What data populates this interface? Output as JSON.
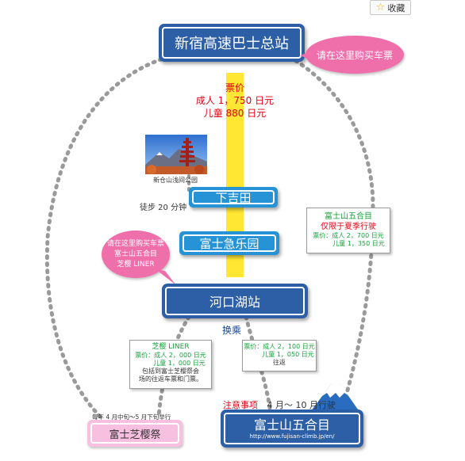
{
  "favorite": {
    "label": "收藏",
    "icon": "star-icon"
  },
  "stations": {
    "shinjuku": "新宿高速巴士总站",
    "shimoyoshida": "下吉田",
    "fujiq": "富士急乐园",
    "kawaguchiko": "河口湖站",
    "gogome": "富士山五合目",
    "gogome_url": "http://www.fujisan-climb.jp/en/",
    "shibazakura": "富士芝樱祭"
  },
  "buy_ticket_bubble": "请在这里购买车票",
  "fare": {
    "title": "票价",
    "adult": "成人 1，750 日元",
    "child": "儿童 880 日元"
  },
  "photo": {
    "caption": "新仓山浅间公园",
    "icon": "pagoda-photo-icon"
  },
  "walk": "徒步 20 分钟",
  "liner_bubble": {
    "line1": "请在这里购买车票",
    "line2": "富士山五合目",
    "line3": "芝樱 LINER"
  },
  "gogome_note": {
    "title": "富士山五合目",
    "subtitle": "仅限于夏季行驶",
    "fare_label": "票价：",
    "adult": "成人 2，700 日元",
    "child": "儿童 1，350 日元"
  },
  "transfer": "换乘",
  "liner_note": {
    "title": "芝樱 LINER",
    "fare_label": "票价：",
    "adult": "成人 2，000 日元",
    "child": "儿童 1，000 日元",
    "desc1": "包括到富士芝樱祭会",
    "desc2": "场的往返车票和门票。"
  },
  "round_trip_note": {
    "fare_label": "票价：",
    "adult": "成人 2，100 日元",
    "child": "儿童 1，050 日元",
    "trip": "往返"
  },
  "notice": {
    "label": "注意事项",
    "period": "4 月～ 10 月行驶"
  },
  "festival_period": "每年 4 月中旬～5 月下旬举行",
  "colors": {
    "blue": "#2d5fa7",
    "light_blue": "#2693d6",
    "yellow": "#ffe733",
    "pink": "#ef6faa",
    "green": "#14a33a",
    "red": "#e60012"
  }
}
